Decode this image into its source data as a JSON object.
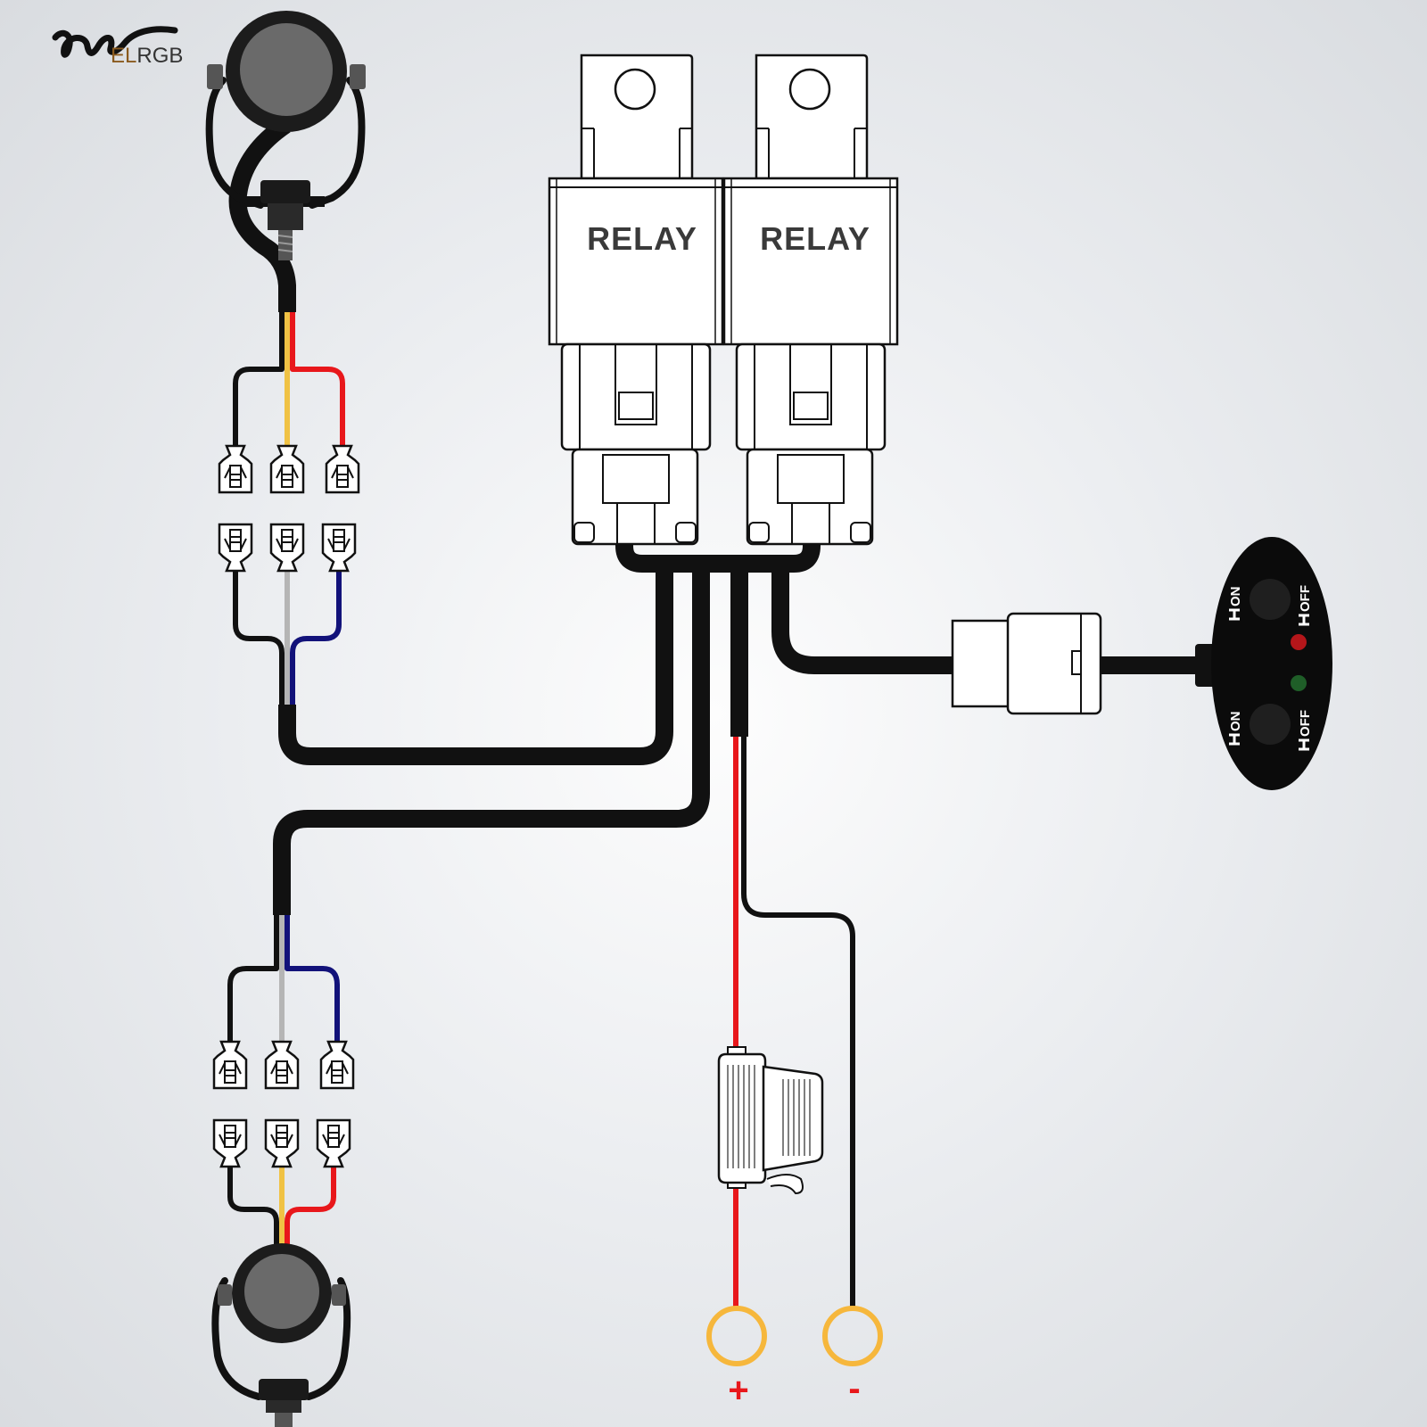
{
  "logo": {
    "text_el": "EL",
    "text_rgb": "RGB"
  },
  "relays": [
    {
      "label": "RELAY"
    },
    {
      "label": "RELAY"
    }
  ],
  "switch_panel": {
    "top": {
      "on_label": "ON",
      "off_label": "OFF"
    },
    "bottom": {
      "on_label": "ON",
      "off_label": "OFF"
    }
  },
  "terminals": {
    "positive": "+",
    "negative": "-"
  },
  "colors": {
    "wire_main": "#111111",
    "wire_red": "#e8171b",
    "wire_yellow": "#f0c244",
    "wire_gray": "#b5b5b5",
    "wire_blue": "#12127a",
    "terminal_ring": "#f6b73c",
    "logo_brown": "#8a5a1e",
    "led_red": "#b4161a",
    "led_green": "#1f5e28"
  }
}
